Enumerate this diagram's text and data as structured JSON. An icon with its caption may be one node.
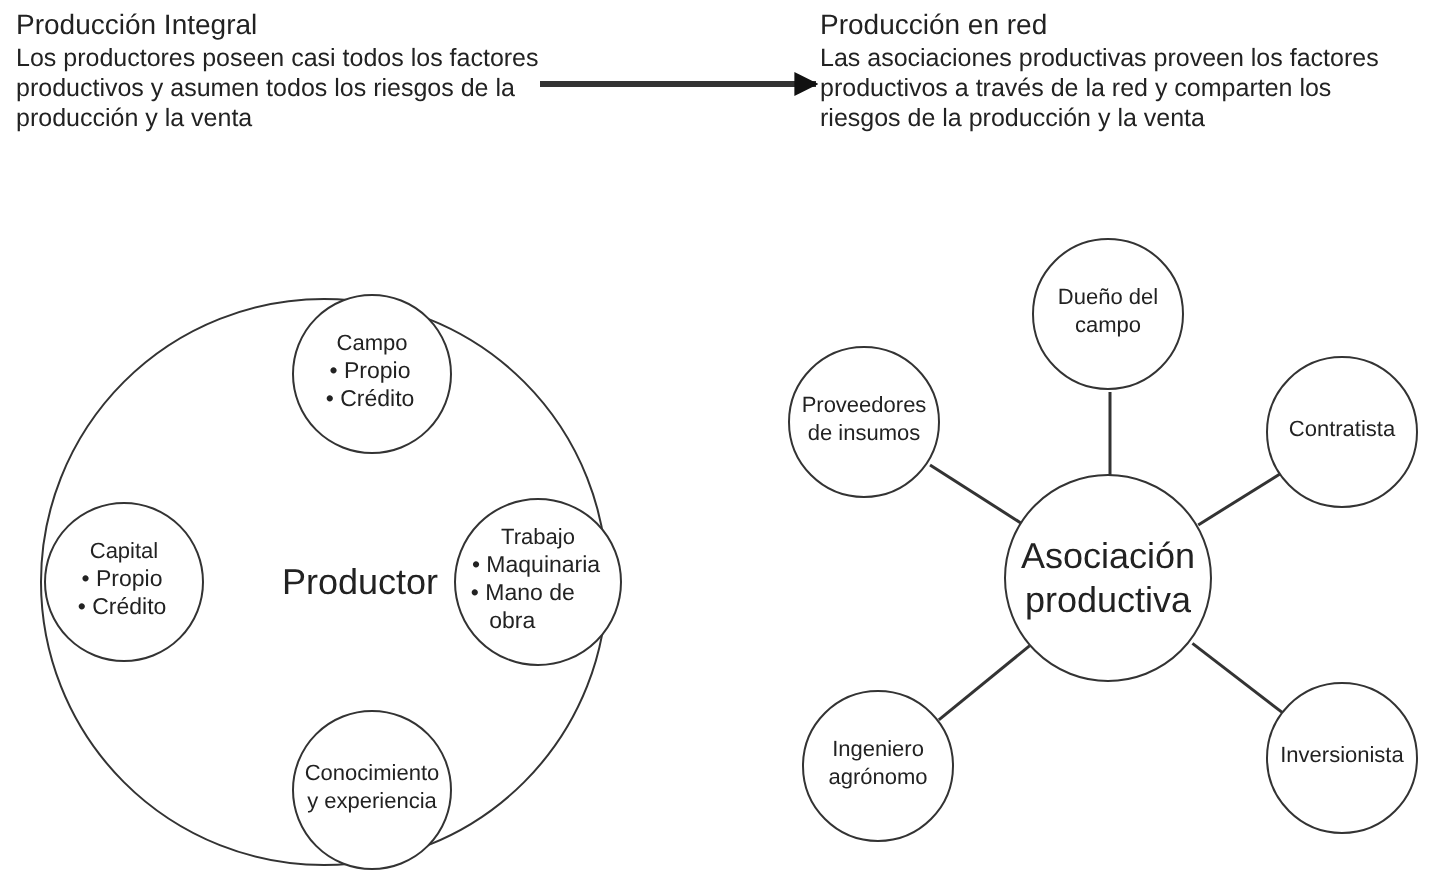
{
  "diagram": {
    "nodes": [
      {
        "text": [
          "Producción Integral",
          "Los productores poseen casi todos los factores productivos y asumen todos los riesgos de la producción y la venta"
        ]
      },
      {
        "text": [
          "Producción en red",
          "Las asociaciones productivas proveen los factores productivos a través de la red y comparten los riesgos de la producción y la venta"
        ]
      },
      {
        "text": [
          "Productor"
        ]
      },
      {
        "text": [
          "Campo",
          "• Propio",
          "• Crédito"
        ],
        "in": 2
      },
      {
        "text": [
          "Capital",
          "• Propio",
          "• Crédito"
        ],
        "in": 2
      },
      {
        "text": [
          "Trabajo",
          "• Maquinaria",
          "• Mano de obra"
        ],
        "in": 2
      },
      {
        "text": [
          "Conocimiento y experiencia"
        ],
        "in": 2
      },
      {
        "text": [
          "Dueño del campo"
        ]
      },
      {
        "text": [
          "Proveedores de insumos"
        ]
      },
      {
        "text": [
          "Contratista"
        ]
      },
      {
        "text": [
          "Asociación productiva"
        ]
      },
      {
        "text": [
          "Ingeniero agrónomo"
        ]
      },
      {
        "text": [
          "Inversionista"
        ]
      }
    ],
    "edges": [
      {
        "from": 0,
        "to": 1,
        "arrow": "to",
        "style": "thick"
      },
      {
        "from": 10,
        "to": 7,
        "arrow": "none"
      },
      {
        "from": 10,
        "to": 8,
        "arrow": "none"
      },
      {
        "from": 10,
        "to": 9,
        "arrow": "none"
      },
      {
        "from": 10,
        "to": 11,
        "arrow": "none"
      },
      {
        "from": 10,
        "to": 12,
        "arrow": "none"
      }
    ]
  }
}
